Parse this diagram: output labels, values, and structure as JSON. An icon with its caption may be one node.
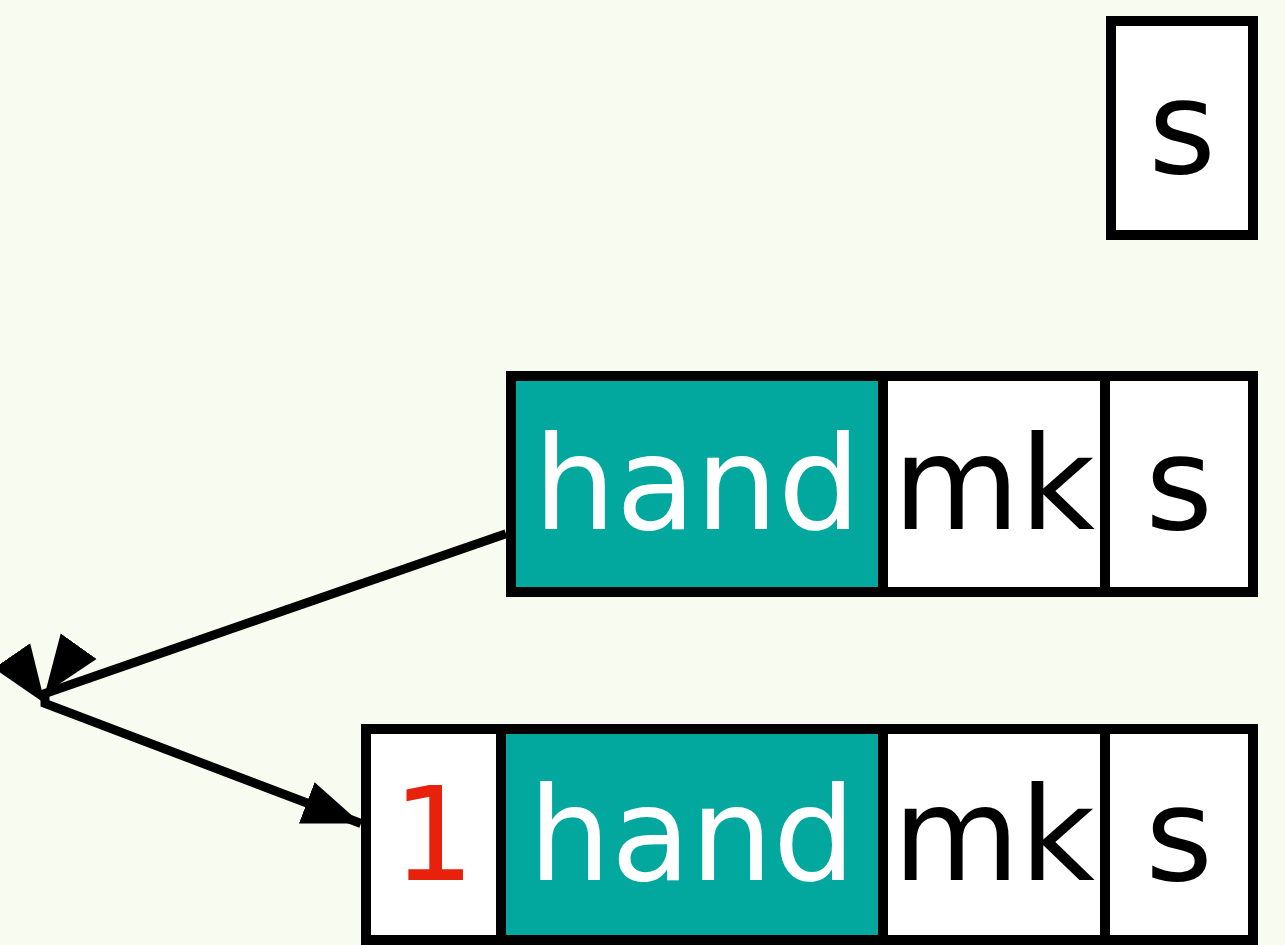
{
  "diagram": {
    "nodes": [
      {
        "text": [
          "s"
        ]
      },
      {
        "text": [
          "hand"
        ]
      },
      {
        "text": [
          "mk"
        ]
      },
      {
        "text": [
          "s"
        ]
      },
      {
        "text": [
          "1"
        ]
      },
      {
        "text": [
          "hand"
        ]
      },
      {
        "text": [
          "mk"
        ]
      },
      {
        "text": [
          "s"
        ]
      }
    ],
    "edges": [
      {
        "from": 1,
        "to": 4,
        "arrow": "to"
      }
    ]
  }
}
